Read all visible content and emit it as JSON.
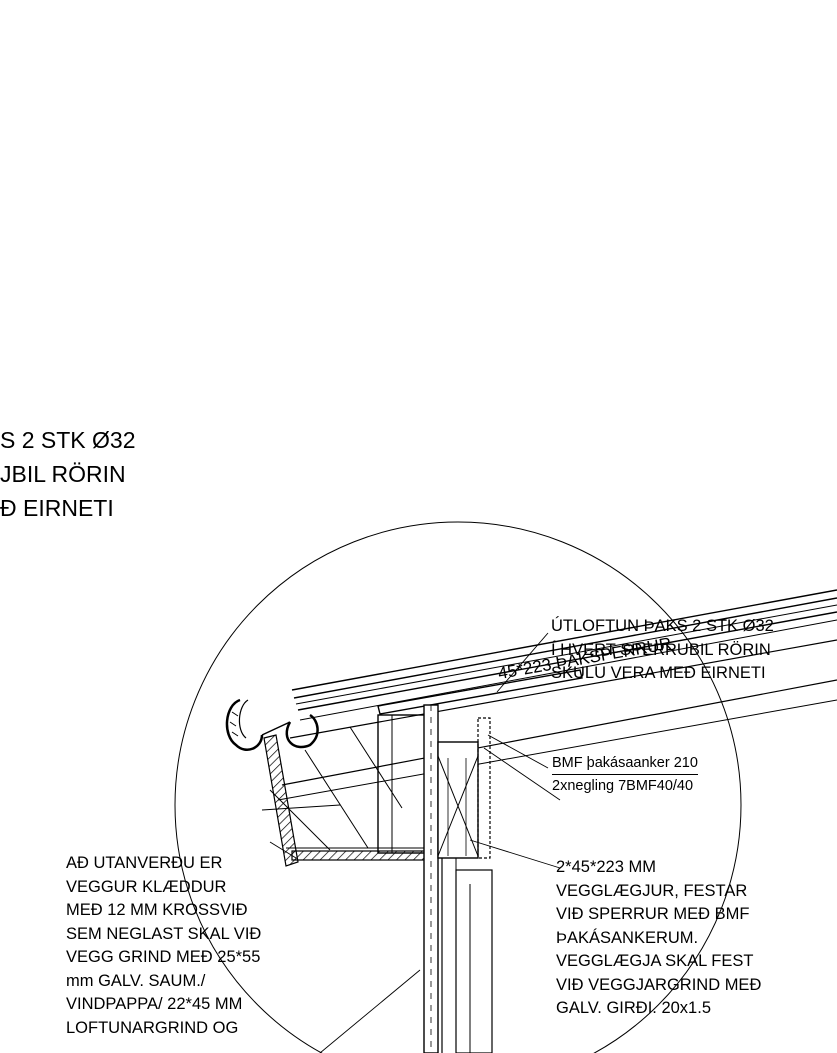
{
  "drawing": {
    "partial_note": [
      "S 2 STK Ø32",
      "JBIL RÖRIN",
      "Ð EIRNETI"
    ],
    "vent_note": [
      "ÚTLOFTUN ÞAKS 2 STK Ø32",
      "Í HVERT SPERRUBIL RÖRIN",
      "SKULU VERA MEÐ EIRNETI"
    ],
    "rafter_label": "45*223 ÞAKSPERRUR",
    "anchor_note": [
      "BMF þakásaanker 210",
      "2xnegling 7BMF40/40"
    ],
    "wall_plate_note": [
      "2*45*223 MM",
      "VEGGLÆGJUR, FESTAR",
      "VIÐ  SPERRUR MEÐ BMF",
      "ÞAKÁSANKERUM.",
      "VEGGLÆGJA SKAL FEST",
      "VIÐ VEGGJARGRIND MEÐ",
      "GALV. GIRÐI. 20x1.5"
    ],
    "cladding_note": [
      "AÐ UTANVERÐU ER",
      "VEGGUR KLÆDDUR",
      "MEÐ 12 MM KROSSVIÐ",
      "SEM NEGLAST SKAL VIÐ",
      "VEGG GRIND MEÐ 25*55",
      "mm GALV. SAUM./",
      "VINDPAPPA/ 22*45 MM",
      "LOFTUNARGRIND OG"
    ]
  }
}
